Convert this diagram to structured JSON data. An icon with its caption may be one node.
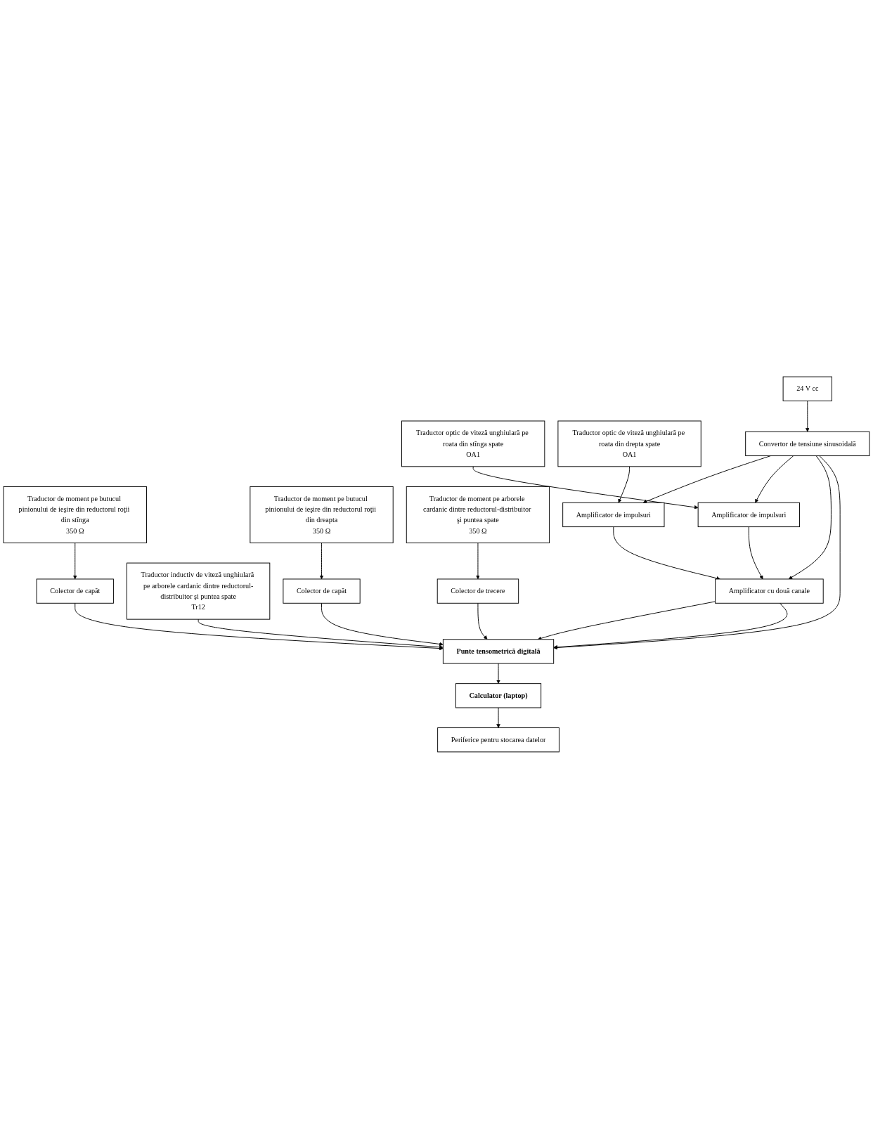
{
  "diagram": {
    "nodes": [
      {
        "text": [
          "Traductor de moment pe butucul pinionului de ieşire din reductorul roţii din stînga",
          "350 Ω"
        ]
      },
      {
        "text": [
          "Colector de capăt"
        ]
      },
      {
        "text": [
          "Traductor inductiv de viteză unghiulară pe arborele cardanic dintre reductorul-distribuitor şi puntea spate",
          "Tr12"
        ]
      },
      {
        "text": [
          "Traductor de moment pe butucul pinionului de ieşire din reductorul roţii din dreapta",
          "350 Ω"
        ]
      },
      {
        "text": [
          "Colector de capăt"
        ]
      },
      {
        "text": [
          "Traductor optic de viteză unghiulară pe roata din stînga spate",
          "OA1"
        ]
      },
      {
        "text": [
          "Traductor de moment pe arborele cardanic dintre reductorul-distribuitor şi puntea spate",
          "350 Ω"
        ]
      },
      {
        "text": [
          "Colector de trecere"
        ]
      },
      {
        "text": [
          "Traductor optic de viteză unghiulară pe roata din drepta spate",
          "OA1"
        ]
      },
      {
        "text": [
          "Amplificator de impulsuri"
        ]
      },
      {
        "text": [
          "24 V cc"
        ]
      },
      {
        "text": [
          "Convertor de tensiune sinusoidală"
        ]
      },
      {
        "text": [
          "Amplificator de impulsuri"
        ]
      },
      {
        "text": [
          "Amplificator cu două canale"
        ]
      },
      {
        "text": [
          "Punte tensometrică digitală"
        ]
      },
      {
        "text": [
          "Calculator (laptop)"
        ]
      },
      {
        "text": [
          "Periferice pentru stocarea datelor"
        ]
      }
    ],
    "edges": [
      {
        "from": 0,
        "to": 1,
        "arrow": "to"
      },
      {
        "from": 3,
        "to": 4,
        "arrow": "to"
      },
      {
        "from": 6,
        "to": 7,
        "arrow": "to"
      },
      {
        "from": 10,
        "to": 11,
        "arrow": "to"
      },
      {
        "from": 11,
        "to": 9,
        "arrow": "to"
      },
      {
        "from": 8,
        "to": 9,
        "arrow": "to"
      },
      {
        "from": 5,
        "to": 12,
        "arrow": "to"
      },
      {
        "from": 11,
        "to": 12,
        "arrow": "to"
      },
      {
        "from": 9,
        "to": 13,
        "arrow": "to"
      },
      {
        "from": 12,
        "to": 13,
        "arrow": "to"
      },
      {
        "from": 11,
        "to": 13,
        "arrow": "to"
      },
      {
        "from": 11,
        "to": 14,
        "arrow": "to"
      },
      {
        "from": 7,
        "to": 14,
        "arrow": "to"
      },
      {
        "from": 4,
        "to": 14,
        "arrow": "to"
      },
      {
        "from": 1,
        "to": 14,
        "arrow": "to"
      },
      {
        "from": 2,
        "to": 14,
        "arrow": "to"
      },
      {
        "from": 13,
        "to": 14,
        "arrow": "to"
      },
      {
        "from": 13,
        "to": 14,
        "arrow": "to"
      },
      {
        "from": 14,
        "to": 15,
        "arrow": "to"
      },
      {
        "from": 15,
        "to": 16,
        "arrow": "to"
      }
    ]
  }
}
